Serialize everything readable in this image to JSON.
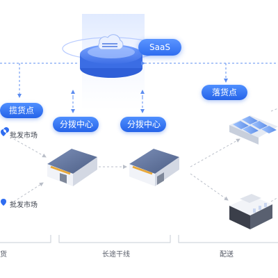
{
  "platform": {
    "label": "SaaS"
  },
  "nodes": {
    "pickup": "揽货点",
    "hub_left": "分拨中心",
    "hub_right": "分拨中心",
    "delivery_point": "落货点"
  },
  "markets": [
    {
      "label": "批发市场"
    },
    {
      "label": "批发市场"
    }
  ],
  "stages": [
    {
      "label": "货"
    },
    {
      "label": "长途干线"
    },
    {
      "label": "配送"
    }
  ],
  "colors": {
    "accent": "#2563e8",
    "dashed_line": "#5b8cf0",
    "arrow_grey": "#b9bec8"
  }
}
